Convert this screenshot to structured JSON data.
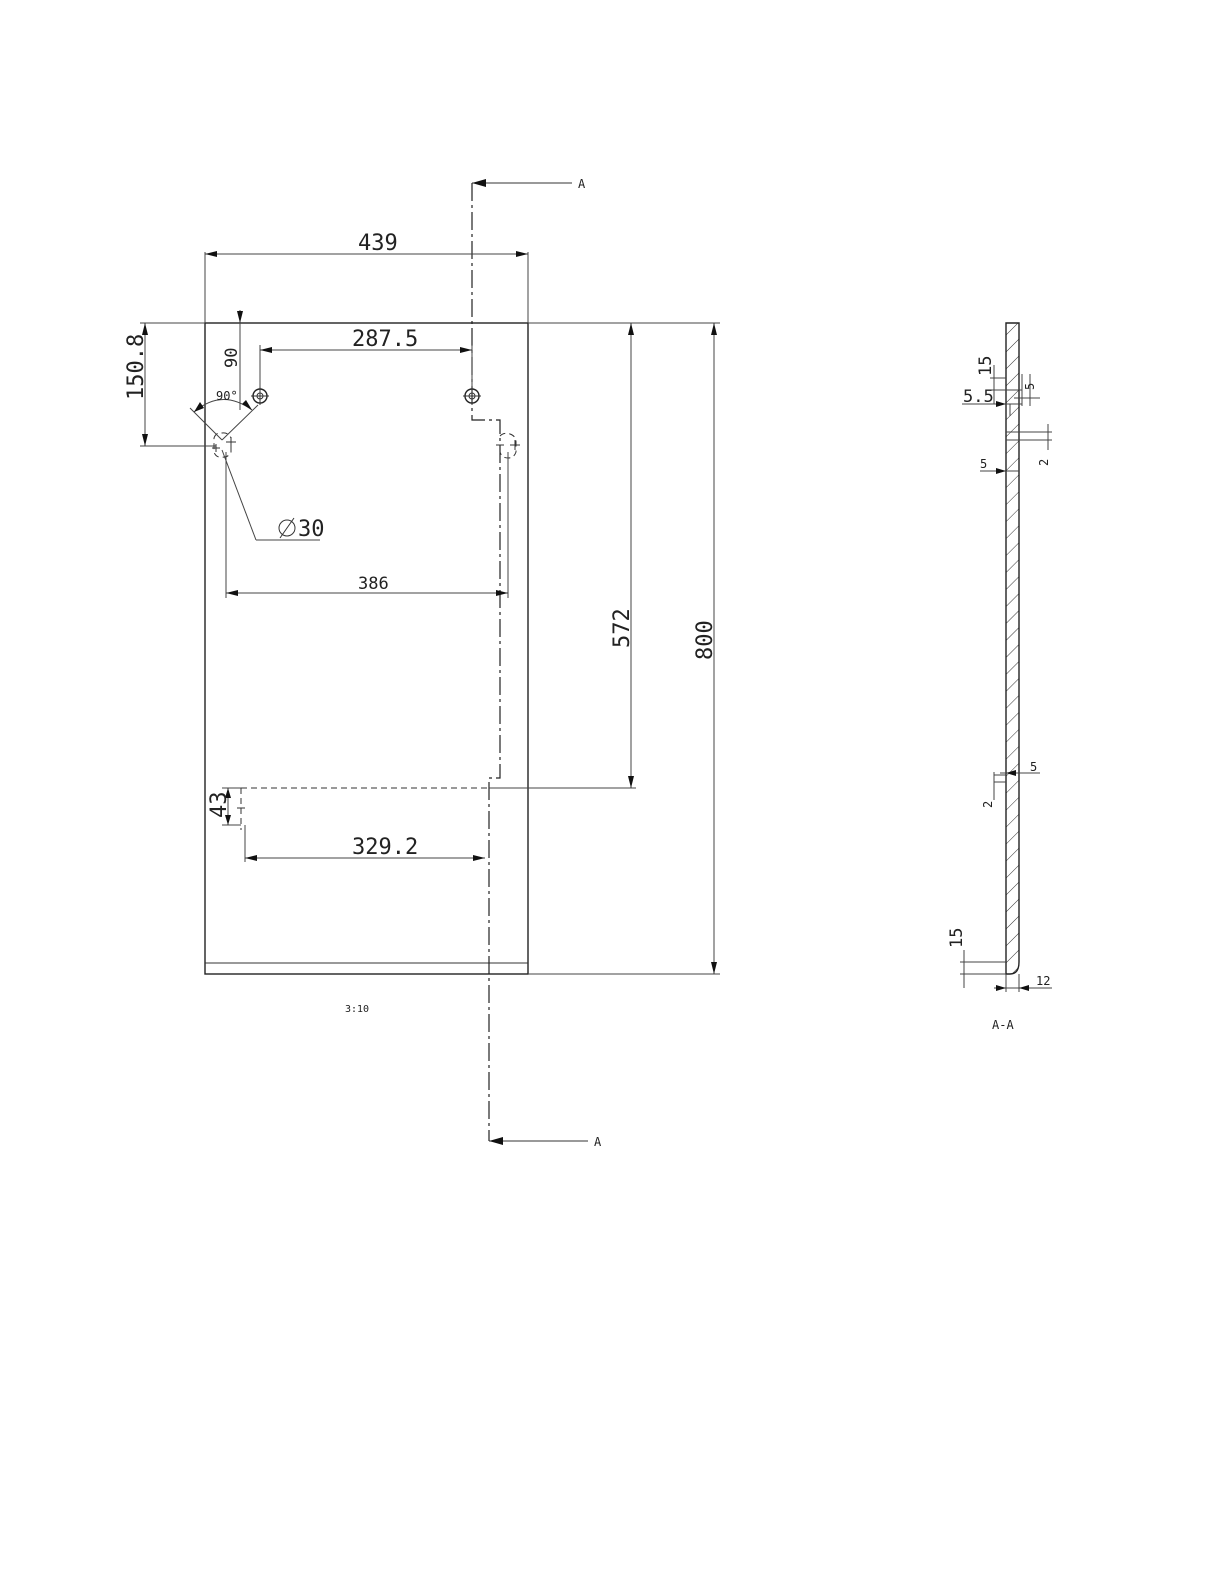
{
  "front_view": {
    "width": "439",
    "height": "800",
    "hole_spacing": "287.5",
    "hole_top_offset": "90",
    "left_hole_height": "150.8",
    "angle": "90°",
    "diameter": "30",
    "slot_spacing": "386",
    "slot_height": "572",
    "slot_length": "43",
    "slot_bottom_spacing": "329.2",
    "scale": "3:10"
  },
  "section_arrows": {
    "top_label": "A",
    "bottom_label": "A"
  },
  "section_view": {
    "title": "A-A",
    "dim_15_top": "15",
    "dim_5_5": "5.5",
    "dim_5_top_right": "5",
    "dim_5_mid_left": "5",
    "dim_2_upper": "2",
    "dim_5_lower": "5",
    "dim_2_lower": "2",
    "dim_15_bottom": "15",
    "thickness": "12"
  }
}
